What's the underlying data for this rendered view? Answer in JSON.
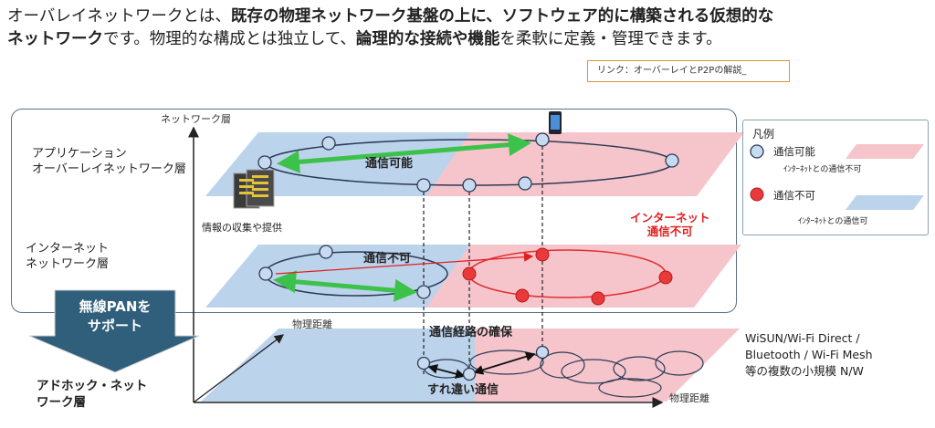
{
  "intro": {
    "l1a": "オーバレイネットワークとは、",
    "l1b": "既存の物理ネットワーク基盤の上に、ソフトウェア的に構築される仮想的な",
    "l2a": "ネットワーク",
    "l2b": "です。物理的な構成とは独立して、",
    "l2c": "論理的な接続や機能",
    "l2d": "を柔軟に定義・管理できます。"
  },
  "link_text": "リンク：オーバーレイとP2Pの解説_",
  "axes": {
    "network_layer": "ネットワーク層",
    "physical_distance_y": "物理距離",
    "physical_distance_x": "物理距離"
  },
  "layers": {
    "app_line1": "アプリケーション",
    "app_line2": "オーバーレイネットワーク層",
    "inet_line1": "インターネット",
    "inet_line2": "ネットワーク層",
    "adhoc_line1": "アドホック・ネット",
    "adhoc_line2": "ワーク層"
  },
  "labels": {
    "server_caption": "情報の収集や提供",
    "comm_ok": "通信可能",
    "comm_ng": "通信不可",
    "internet_ng_line1": "インターネット",
    "internet_ng_line2": "通信不可",
    "route": "通信経路の確保",
    "passing": "すれ違い通信"
  },
  "arrow": {
    "line1": "無線PANを",
    "line2": "サポート"
  },
  "legend": {
    "title": "凡例",
    "node_ok": "通信可能",
    "node_ng": "通信不可",
    "red_area": "ｲﾝﾀｰﾈｯﾄとの通信不可",
    "blue_area": "ｲﾝﾀｰﾈｯﾄとの通信可"
  },
  "wisun": {
    "line1": "WiSUN/Wi-Fi Direct /",
    "line2": "Bluetooth / Wi-Fi Mesh",
    "line3": "等の複数の小規模 N/W"
  },
  "colors": {
    "blue_area": "#bcd3ec",
    "red_area": "#f6c5cc",
    "node_ok": "#c8daf0",
    "node_ng": "#e83a3a",
    "ring": "#2b3a55",
    "ring_red": "#e03030",
    "green_arrow": "#3cc24a",
    "arrow_fill": "#2f5f7a"
  }
}
